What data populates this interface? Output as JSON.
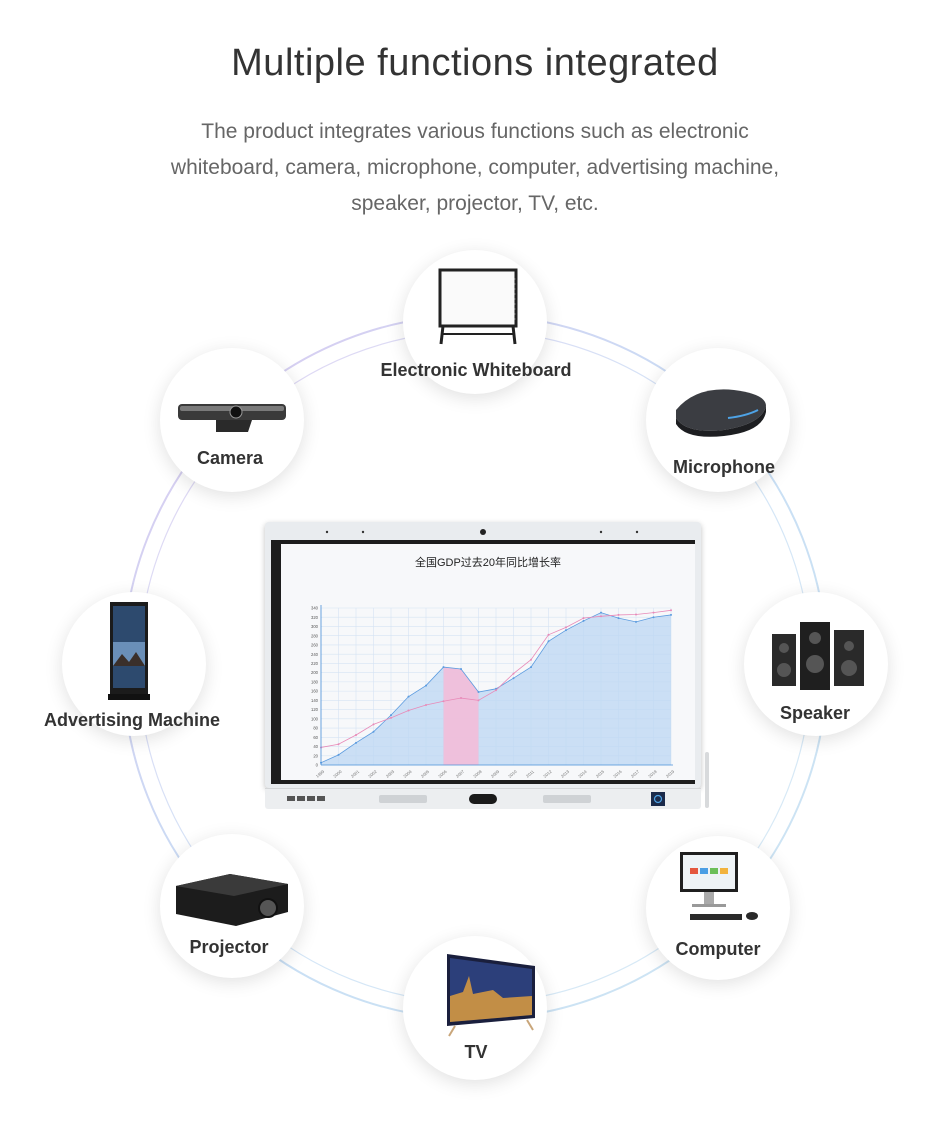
{
  "header": {
    "title": "Multiple functions integrated",
    "subtitle_lines": [
      "The product integrates various functions such as electronic",
      "whiteboard, camera, microphone, computer, advertising machine,",
      "speaker, projector, TV, etc."
    ]
  },
  "functions": [
    {
      "label": "Electronic Whiteboard",
      "icon": "whiteboard-icon"
    },
    {
      "label": "Camera",
      "icon": "camera-icon"
    },
    {
      "label": "Microphone",
      "icon": "microphone-icon"
    },
    {
      "label": "Advertising Machine",
      "icon": "advertising-machine-icon"
    },
    {
      "label": "Speaker",
      "icon": "speaker-icon"
    },
    {
      "label": "Projector",
      "icon": "projector-icon"
    },
    {
      "label": "Computer",
      "icon": "computer-icon"
    },
    {
      "label": "TV",
      "icon": "tv-icon"
    }
  ],
  "colors": {
    "ring": "#c9d8f3",
    "ring_accent": "#d9c8ef",
    "area_blue": "#bcd7f3",
    "highlight": "#f3bcd9",
    "line_blue": "#5b9bdf",
    "line_pink": "#e88ab8"
  },
  "chart_data": {
    "type": "area",
    "title": "全国GDP过去20年同比增长率",
    "x": [
      "1999",
      "2000",
      "2001",
      "2002",
      "2003",
      "2004",
      "2005",
      "2006",
      "2007",
      "2008",
      "2009",
      "2010",
      "2011",
      "2012",
      "2013",
      "2014",
      "2015",
      "2016",
      "2017",
      "2018",
      "2019"
    ],
    "y_ticks": [
      0,
      20,
      40,
      60,
      80,
      100,
      120,
      140,
      160,
      180,
      200,
      220,
      240,
      260,
      280,
      300,
      320,
      340
    ],
    "ylim": [
      0,
      340
    ],
    "highlight_range": [
      "2006",
      "2008"
    ],
    "series": [
      {
        "values": [
          5,
          22,
          48,
          72,
          108,
          148,
          172,
          212,
          208,
          158,
          165,
          188,
          212,
          268,
          292,
          312,
          330,
          318,
          310,
          320,
          325
        ]
      },
      {
        "values": [
          38,
          45,
          65,
          88,
          102,
          118,
          130,
          138,
          145,
          140,
          162,
          198,
          228,
          282,
          298,
          318,
          322,
          325,
          326,
          330,
          335
        ]
      }
    ]
  }
}
